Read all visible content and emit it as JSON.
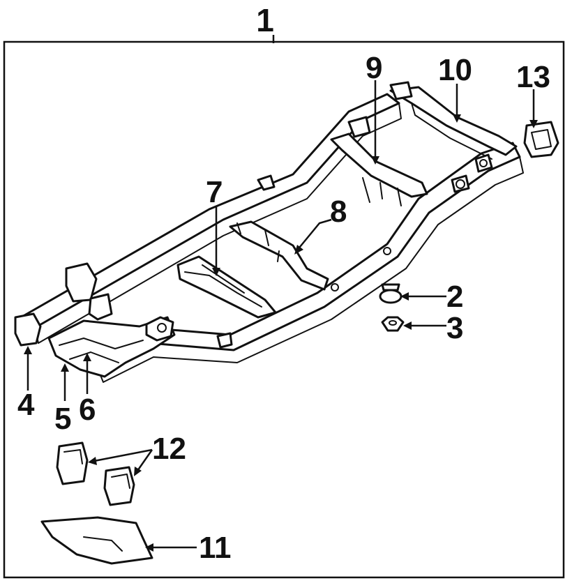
{
  "diagram": {
    "callouts": {
      "c1": "1",
      "c2": "2",
      "c3": "3",
      "c4": "4",
      "c5": "5",
      "c6": "6",
      "c7": "7",
      "c8": "8",
      "c9": "9",
      "c10": "10",
      "c11": "11",
      "c12": "12",
      "c13": "13"
    },
    "colors": {
      "ink": "#111111",
      "paper": "#ffffff"
    }
  }
}
